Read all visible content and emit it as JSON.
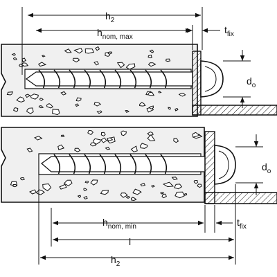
{
  "labels": {
    "h2_top": "h",
    "h2_top_sub": "2",
    "hnom_max": "h",
    "hnom_max_sub": "nom, max",
    "tfix_top": "t",
    "tfix_top_sub": "fix",
    "do_top": "d",
    "do_top_sub": "o",
    "do_bottom": "d",
    "do_bottom_sub": "o",
    "hnom_min": "h",
    "hnom_min_sub": "nom, min",
    "tfix_bottom": "t",
    "tfix_bottom_sub": "fix",
    "l": "l",
    "h2_bottom": "h",
    "h2_bottom_sub": "2"
  },
  "colors": {
    "stroke": "#111111",
    "concrete": "#f0f0f0",
    "screw": "#ffffff"
  }
}
